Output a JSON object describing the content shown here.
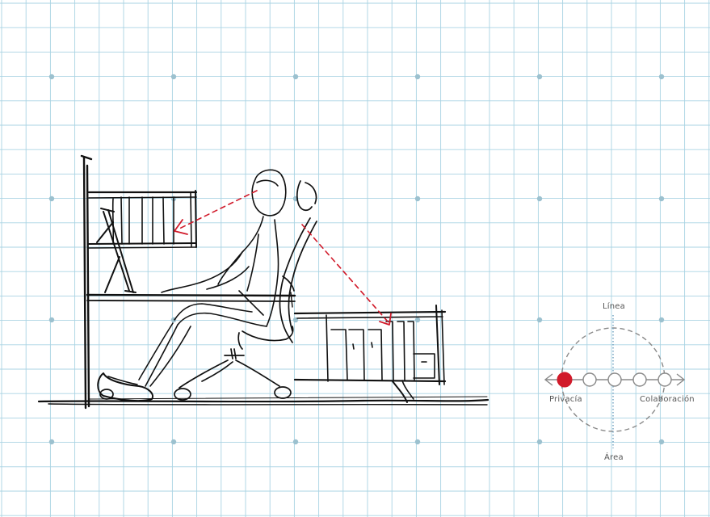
{
  "colors": {
    "grid": "#a9d3e3",
    "grid_dot": "#9cc1cf",
    "sketch": "#111111",
    "accent": "#d11a2a",
    "scale_gray": "#8a8a8a",
    "axis_blue": "#6e9fbf"
  },
  "scale": {
    "axis_top": "Línea",
    "axis_bottom": "Área",
    "left_end": "Privacía",
    "right_end": "Colaboración",
    "positions": 5,
    "selected_index": 0
  }
}
